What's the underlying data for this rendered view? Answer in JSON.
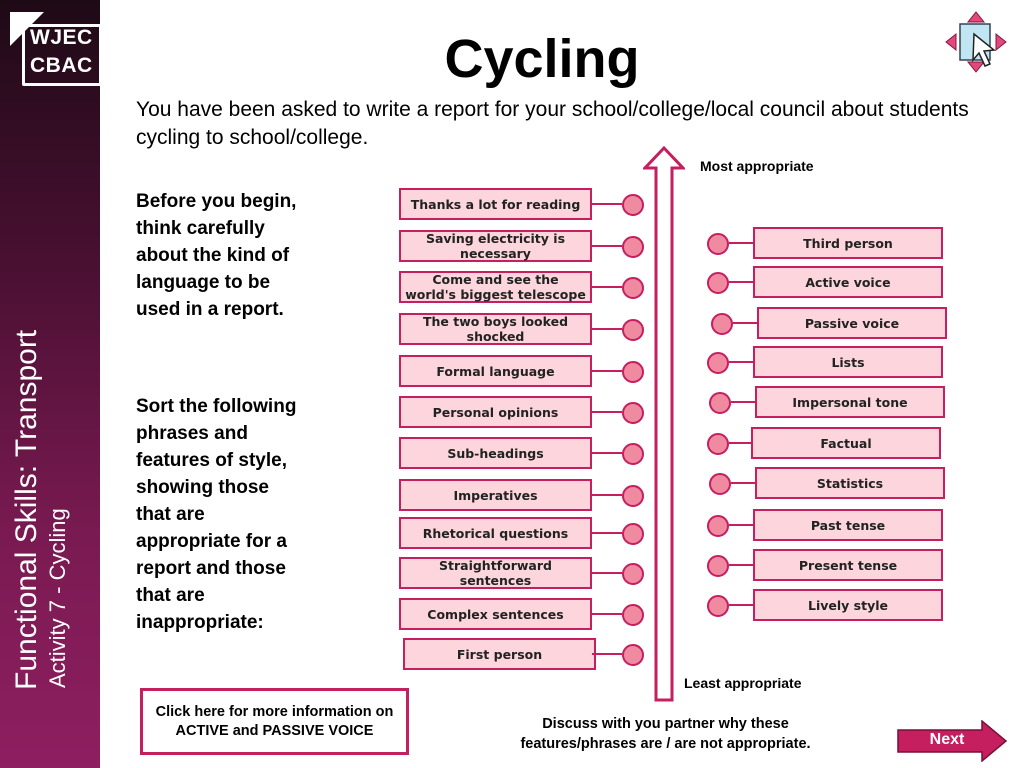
{
  "sidebar": {
    "logo": {
      "line1": "WJEC",
      "line2": "CBAC"
    },
    "title": "Functional Skills: Transport",
    "subtitle": "Activity 7 - Cycling"
  },
  "header": {
    "title": "Cycling",
    "intro": "You have been asked to write a report for your school/college/local council about students cycling to school/college."
  },
  "instructions": {
    "part1": "Before you begin, think carefully about the kind of language to be used in a report.",
    "part2": "Sort the following phrases and features of style, showing those that are appropriate for a report and those that are inappropriate:"
  },
  "scale": {
    "top_label": "Most appropriate",
    "bottom_label": "Least appropriate"
  },
  "left_phrases": [
    "Thanks a lot for reading",
    "Saving electricity is necessary",
    "Come and see the world's biggest telescope",
    "The two boys looked shocked",
    "Formal language",
    "Personal opinions",
    "Sub-headings",
    "Imperatives",
    "Rhetorical questions",
    "Straightforward sentences",
    "Complex sentences",
    "First person"
  ],
  "right_phrases": [
    "Third person",
    "Active voice",
    "Passive voice",
    "Lists",
    "Impersonal tone",
    "Factual",
    "Statistics",
    "Past tense",
    "Present tense",
    "Lively style"
  ],
  "footer": {
    "info_button": "Click here for more information on  ACTIVE and PASSIVE VOICE",
    "discuss": "Discuss with you partner why these features/phrases are / are not appropriate.",
    "next_label": "Next"
  },
  "colors": {
    "accent": "#c51f5f",
    "card_fill": "#fcd6dc",
    "dot_fill": "#f08aa0",
    "sidebar": "#7a1a52"
  }
}
